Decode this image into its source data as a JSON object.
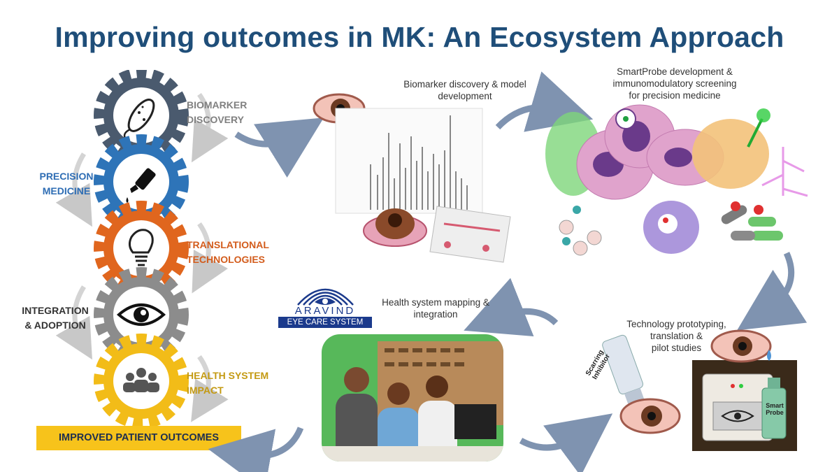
{
  "title": "Improving outcomes in MK: An Ecosystem Approach",
  "stages": [
    {
      "label_line1": "BIOMARKER",
      "label_line2": "DISCOVERY",
      "color": "#808080",
      "gear_color": "#4a5a6e",
      "icon": "bacterium-icon"
    },
    {
      "label_line1": "PRECISION",
      "label_line2": "MEDICINE",
      "color": "#2e6db4",
      "gear_color": "#2e74b8",
      "icon": "eye-drop-bottle-icon"
    },
    {
      "label_line1": "TRANSLATIONAL",
      "label_line2": "TECHNOLOGIES",
      "color": "#d35c1c",
      "gear_color": "#e0661e",
      "icon": "lightbulb-icon"
    },
    {
      "label_line1": "INTEGRATION",
      "label_line2": "& ADOPTION",
      "color": "#333333",
      "gear_color": "#8c8c8c",
      "icon": "eye-icon"
    },
    {
      "label_line1": "HEALTH SYSTEM",
      "label_line2": "IMPACT",
      "color": "#c49a12",
      "gear_color": "#f2bc18",
      "icon": "people-group-icon"
    }
  ],
  "outcomes": "IMPROVED PATIENT OUTCOMES",
  "captions": {
    "biomarker_line1": "Biomarker discovery & model",
    "biomarker_line2": "development",
    "smartprobe_line1": "SmartProbe development &",
    "smartprobe_line2": "immunomodulatory screening",
    "smartprobe_line3": "for precision medicine",
    "prototyping_line1": "Technology prototyping,",
    "prototyping_line2": "translation &",
    "prototyping_line3": "pilot studies",
    "health_line1": "Health system mapping &",
    "health_line2": "integration"
  },
  "aravind": {
    "line1": "ARAVIND",
    "line2": "EYE CARE SYSTEM"
  },
  "bottle_labels": {
    "scarring": "Scarring Inhibitor",
    "smartprobe": "Smart Probe"
  },
  "colors": {
    "title": "#1f4e79",
    "arrow": "#7f93b0",
    "outcomes_bg": "#f7c31b"
  }
}
